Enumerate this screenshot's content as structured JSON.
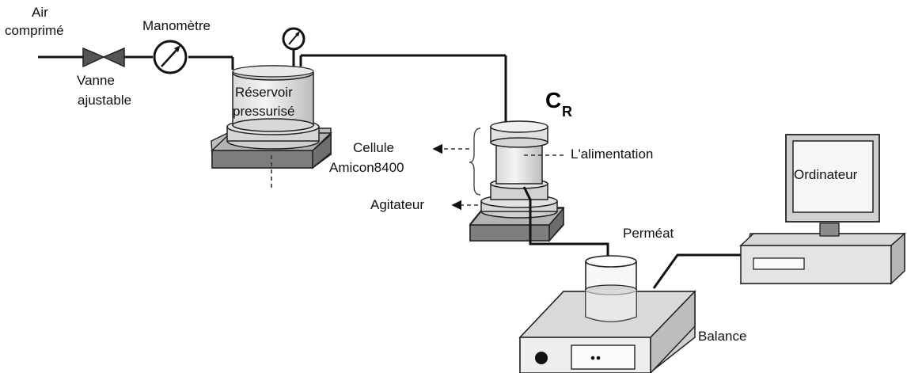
{
  "labels": {
    "air_line1": "Air",
    "air_line2": "comprimé",
    "manometre": "Manomètre",
    "vanne_line1": "Vanne",
    "vanne_line2": "ajustable",
    "reservoir_line1": "Réservoir",
    "reservoir_line2": "pressurisé",
    "cr_main": "C",
    "cr_sub": "R",
    "cellule_line1": "Cellule",
    "cellule_line2": "Amicon8400",
    "alimentation": "L'alimentation",
    "agitateur": "Agitateur",
    "permeat": "Perméat",
    "ordinateur": "Ordinateur",
    "balance": "Balance"
  },
  "colors": {
    "pipe": "#111111",
    "platform_top": "#b8b8b8",
    "platform_front": "#8a8a8a",
    "vessel_light": "#e6e6e6",
    "vessel_mid": "#cfcfcf",
    "screen_bg": "#f4f4f4"
  }
}
